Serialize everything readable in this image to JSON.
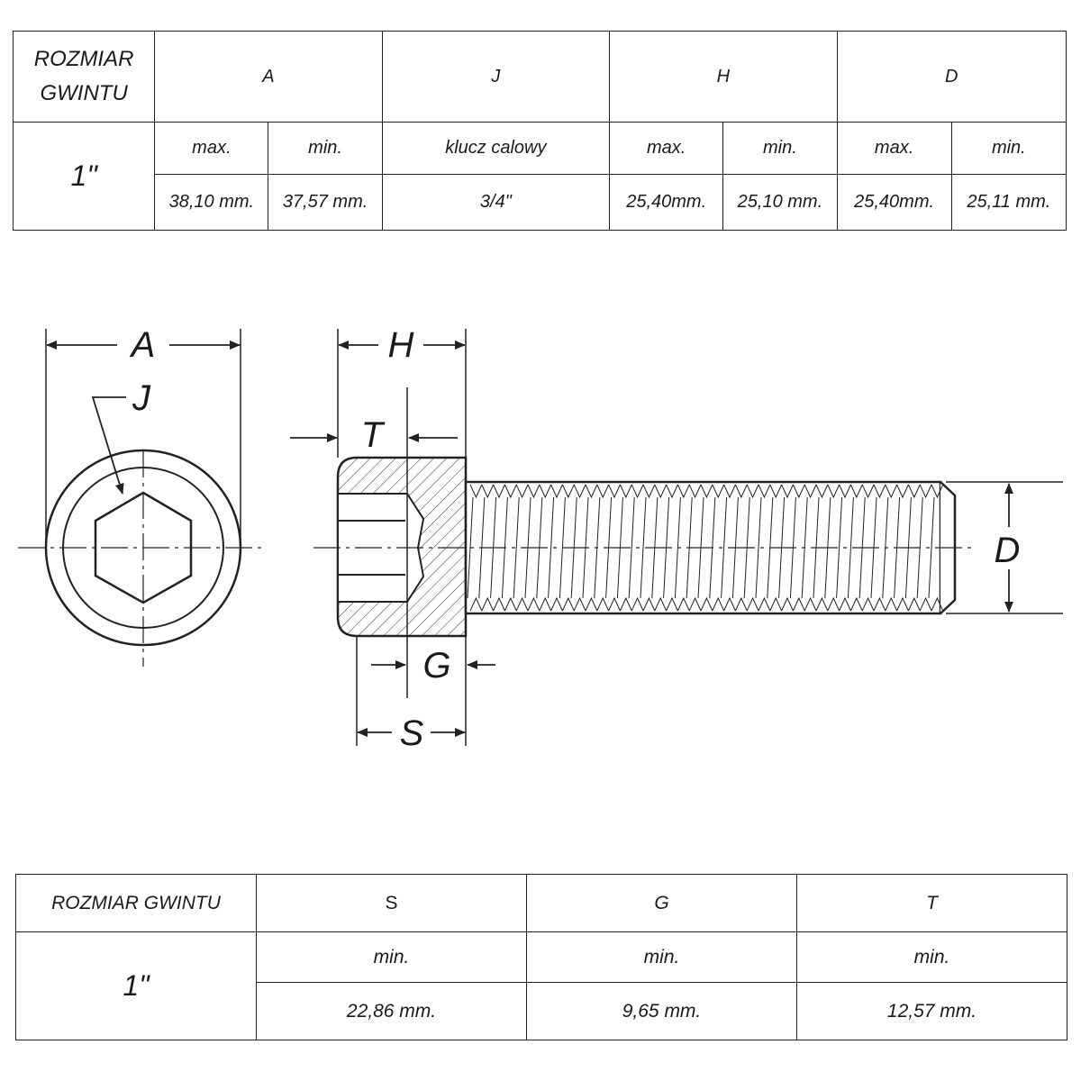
{
  "table_top": {
    "size_header": [
      "ROZMIAR",
      "GWINTU"
    ],
    "col_a": "A",
    "col_j": "J",
    "col_h": "H",
    "col_d": "D",
    "size_value": "1\"",
    "sub": {
      "a_max": "max.",
      "a_min": "min.",
      "j": "klucz calowy",
      "h_max": "max.",
      "h_min": "min.",
      "d_max": "max.",
      "d_min": "min."
    },
    "values": {
      "a_max": "38,10 mm.",
      "a_min": "37,57 mm.",
      "j": "3/4\"",
      "h_max": "25,40mm.",
      "h_min": "25,10 mm.",
      "d_max": "25,40mm.",
      "d_min": "25,11 mm."
    }
  },
  "drawing": {
    "labels": {
      "a": "A",
      "j": "J",
      "h": "H",
      "t": "T",
      "d": "D",
      "g": "G",
      "s": "S"
    }
  },
  "table_bottom": {
    "size_header": "ROZMIAR GWINTU",
    "col_s": "S",
    "col_g": "G",
    "col_t": "T",
    "size_value": "1\"",
    "sub": {
      "s": "min.",
      "g": "min.",
      "t": "min."
    },
    "values": {
      "s": "22,86 mm.",
      "g": "9,65 mm.",
      "t": "12,57 mm."
    }
  }
}
